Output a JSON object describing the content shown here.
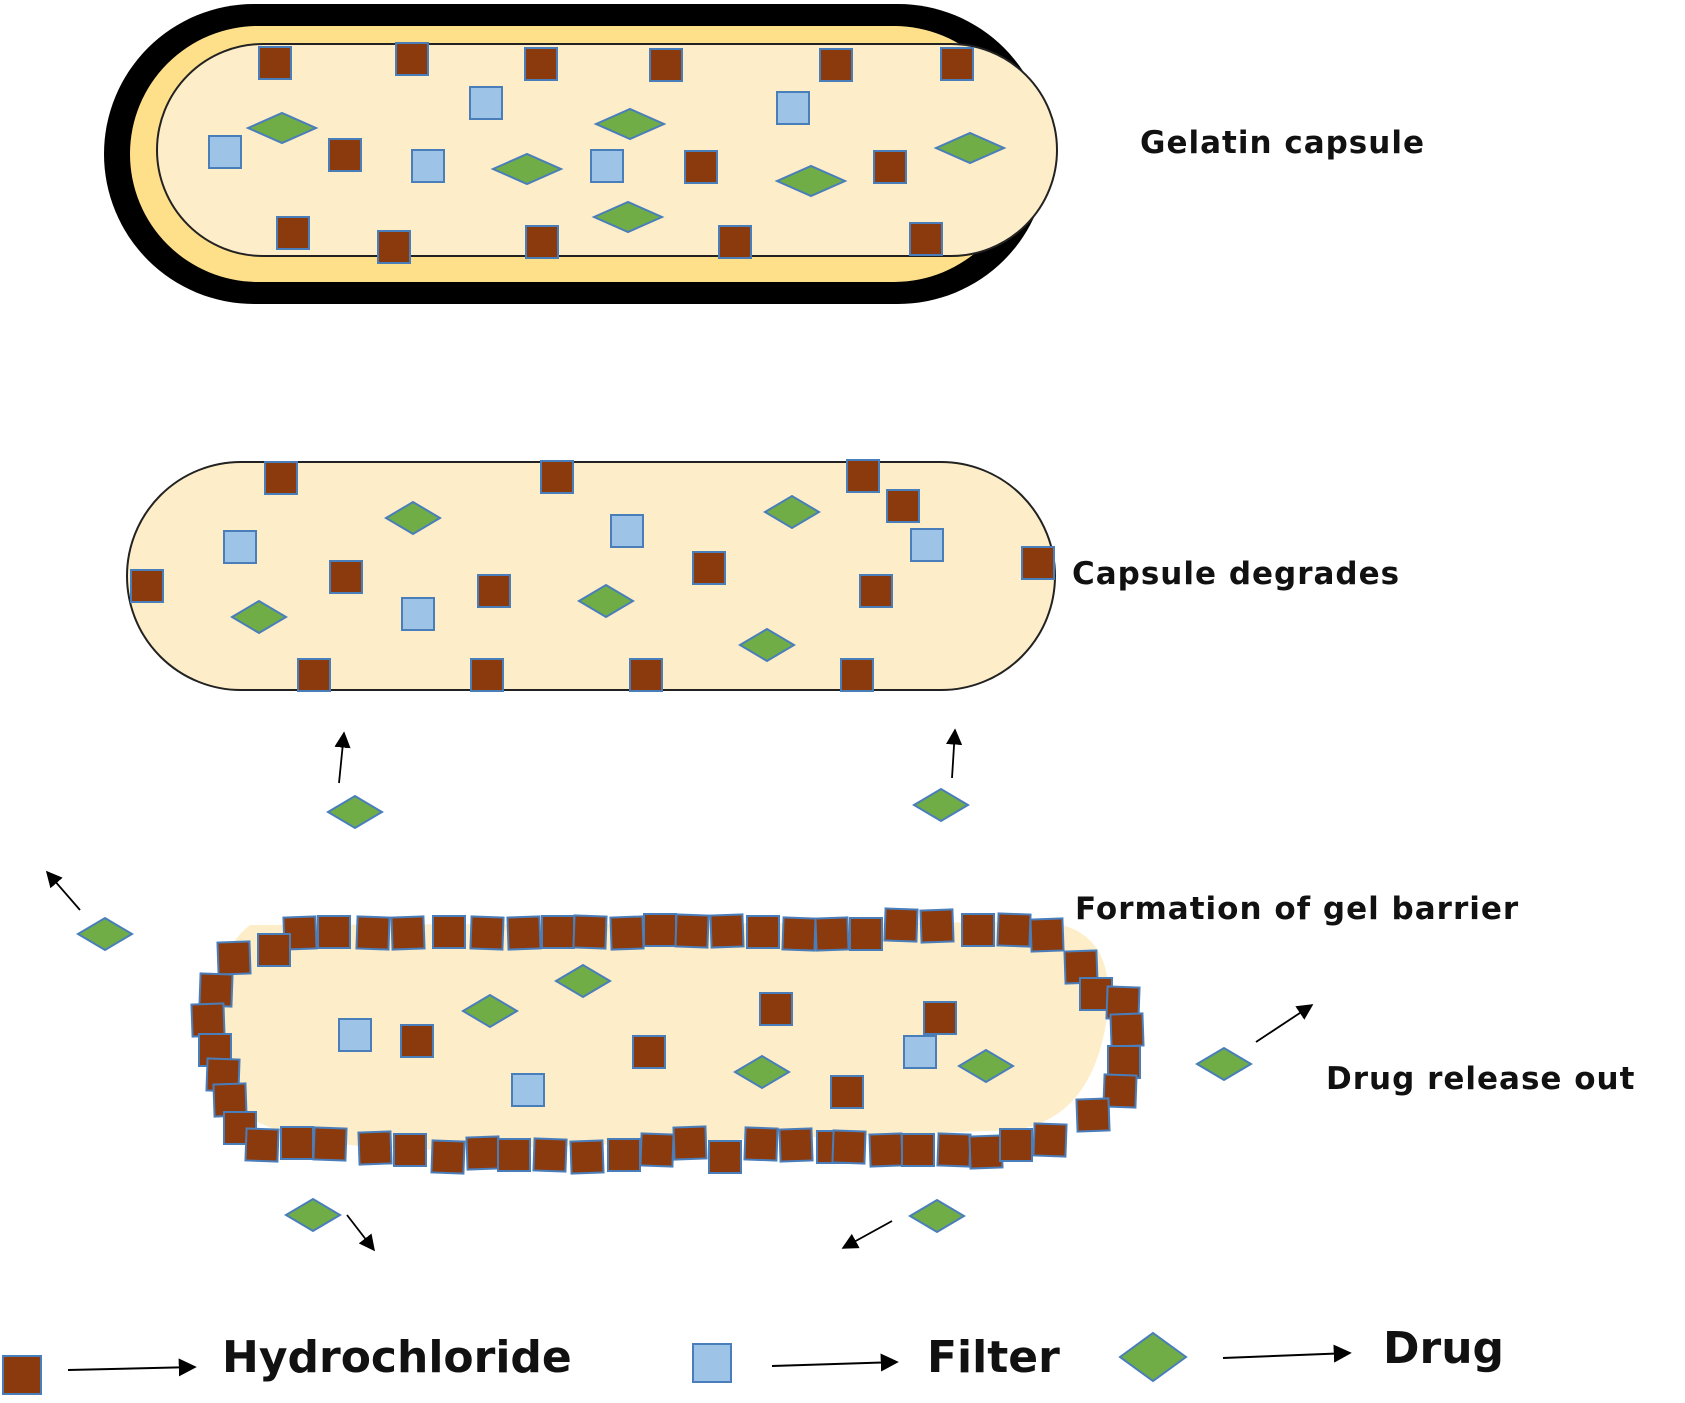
{
  "labels": {
    "gelatin_capsule": "Gelatin capsule",
    "capsule_degrades": "Capsule degrades",
    "gel_barrier": "Formation of gel barrier",
    "drug_release": "Drug release out"
  },
  "legend": [
    {
      "shape": "square",
      "color": "#8B3A0E",
      "label": "Hydrochloride"
    },
    {
      "shape": "square",
      "color": "#9DC3E6",
      "label": "Filter"
    },
    {
      "shape": "diamond",
      "color": "#70AD47",
      "label": "Drug"
    }
  ],
  "colors": {
    "hydrochloride": "#8B3A0E",
    "filter": "#9DC3E6",
    "drug": "#70AD47",
    "capsule_fill": "#FDEDC8",
    "gelatin_layer": "#FFE08A",
    "capsule_shell": "#000000"
  }
}
